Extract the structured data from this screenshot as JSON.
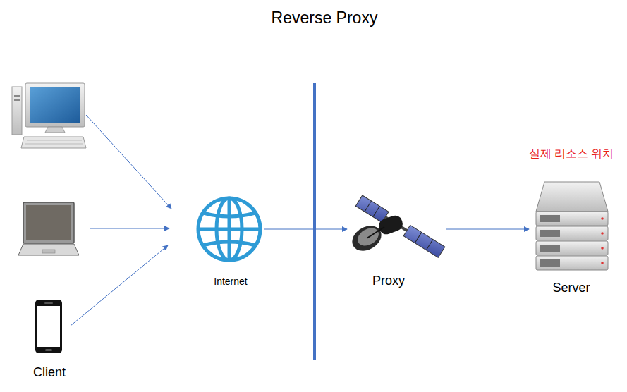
{
  "diagram": {
    "title": "Reverse Proxy",
    "nodes": [
      {
        "text": [
          "Client"
        ]
      },
      {
        "text": [
          "Internet"
        ]
      },
      {
        "text": [
          "Proxy"
        ]
      },
      {
        "text": [
          "실제 리소스 위치",
          "Server"
        ]
      }
    ],
    "edges": [
      {
        "from": 0,
        "to": 1,
        "arrow": "to"
      },
      {
        "from": 1,
        "to": 2,
        "arrow": "to"
      },
      {
        "from": 2,
        "to": 3,
        "arrow": "to"
      }
    ]
  }
}
